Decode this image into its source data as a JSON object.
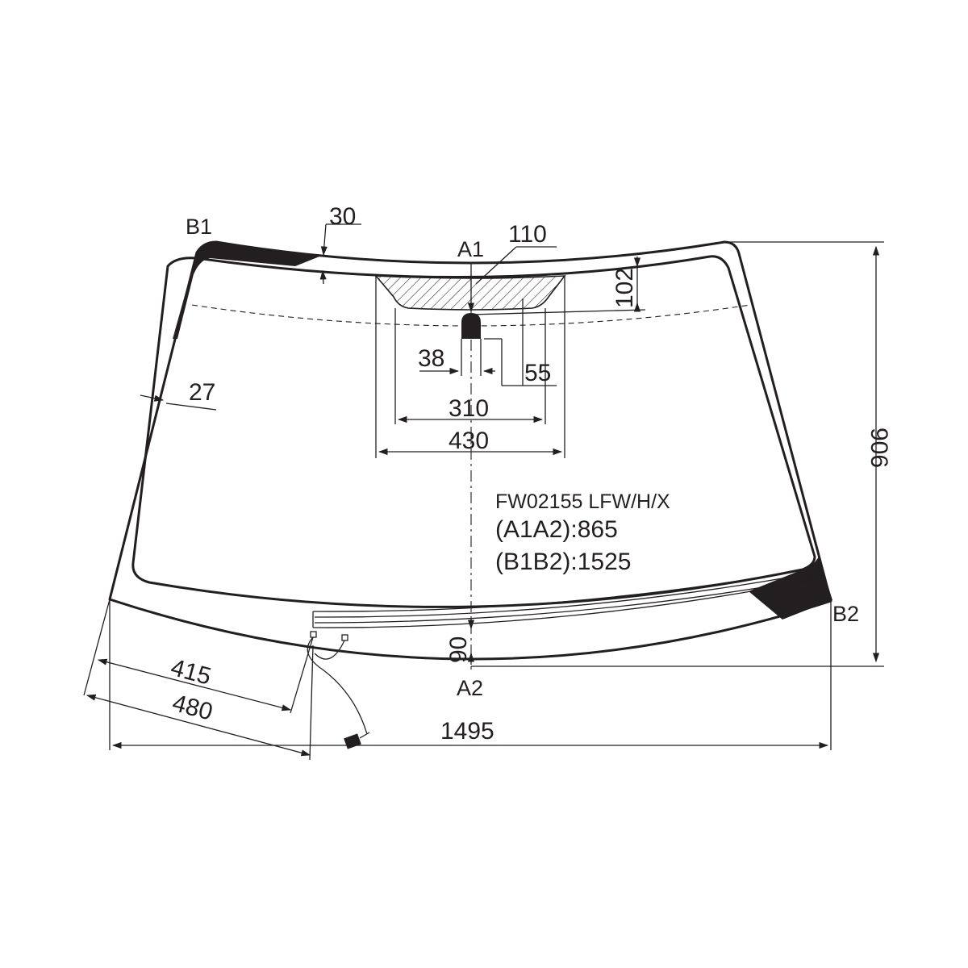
{
  "part_code": "FW02155 LFW/H/X",
  "diagonals": {
    "a1a2": "(A1A2):865",
    "b1b2": "(B1B2):1525"
  },
  "points": {
    "b1": "B1",
    "b2": "B2",
    "a1": "A1",
    "a2": "A2"
  },
  "dimensions": {
    "top_band": "30",
    "sensor_area_height": "110",
    "mirror_offset": "102",
    "mirror_width": "38",
    "sensor_offset": "55",
    "side_band": "27",
    "sensor_area_inner_width": "310",
    "sensor_area_outer_width": "430",
    "total_height": "906",
    "bottom_band": "90",
    "connector_offset_1": "415",
    "connector_offset_2": "480",
    "total_width": "1495"
  },
  "colors": {
    "line": "#231f20",
    "background": "#ffffff"
  }
}
